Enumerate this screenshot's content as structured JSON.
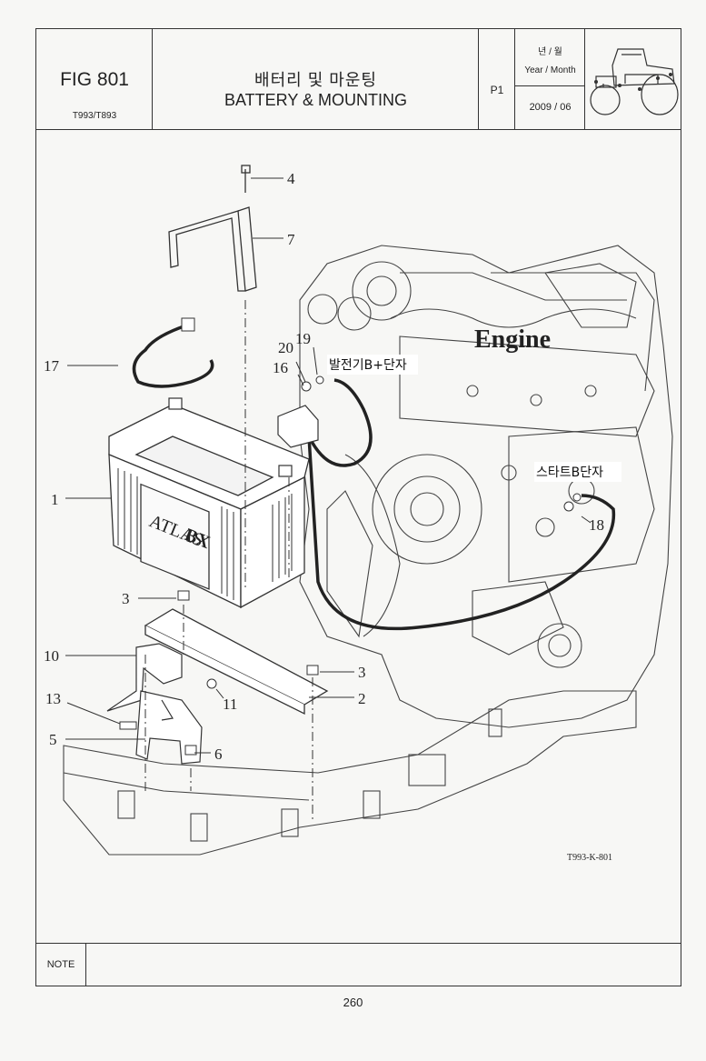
{
  "header": {
    "fig": "FIG 801",
    "models": "T993/T893",
    "title_ko": "배터리 및 마운팅",
    "title_en": "BATTERY & MOUNTING",
    "page": "P1",
    "year_month_ko": "년 / 월",
    "year_month_en": "Year / Month",
    "date": "2009 / 06"
  },
  "diagram": {
    "engine_label": "Engine",
    "battery_brand": "ATLAS",
    "battery_model": "BX",
    "generator_label": "발전기B+단자",
    "starter_label": "스타트B단자",
    "callouts": [
      "4",
      "7",
      "17",
      "20",
      "19",
      "16",
      "1",
      "3",
      "10",
      "11",
      "3",
      "2",
      "13",
      "5",
      "6",
      "18"
    ],
    "drawing_code": "T993-K-801"
  },
  "footer": {
    "note_label": "NOTE",
    "page_number": "260"
  }
}
